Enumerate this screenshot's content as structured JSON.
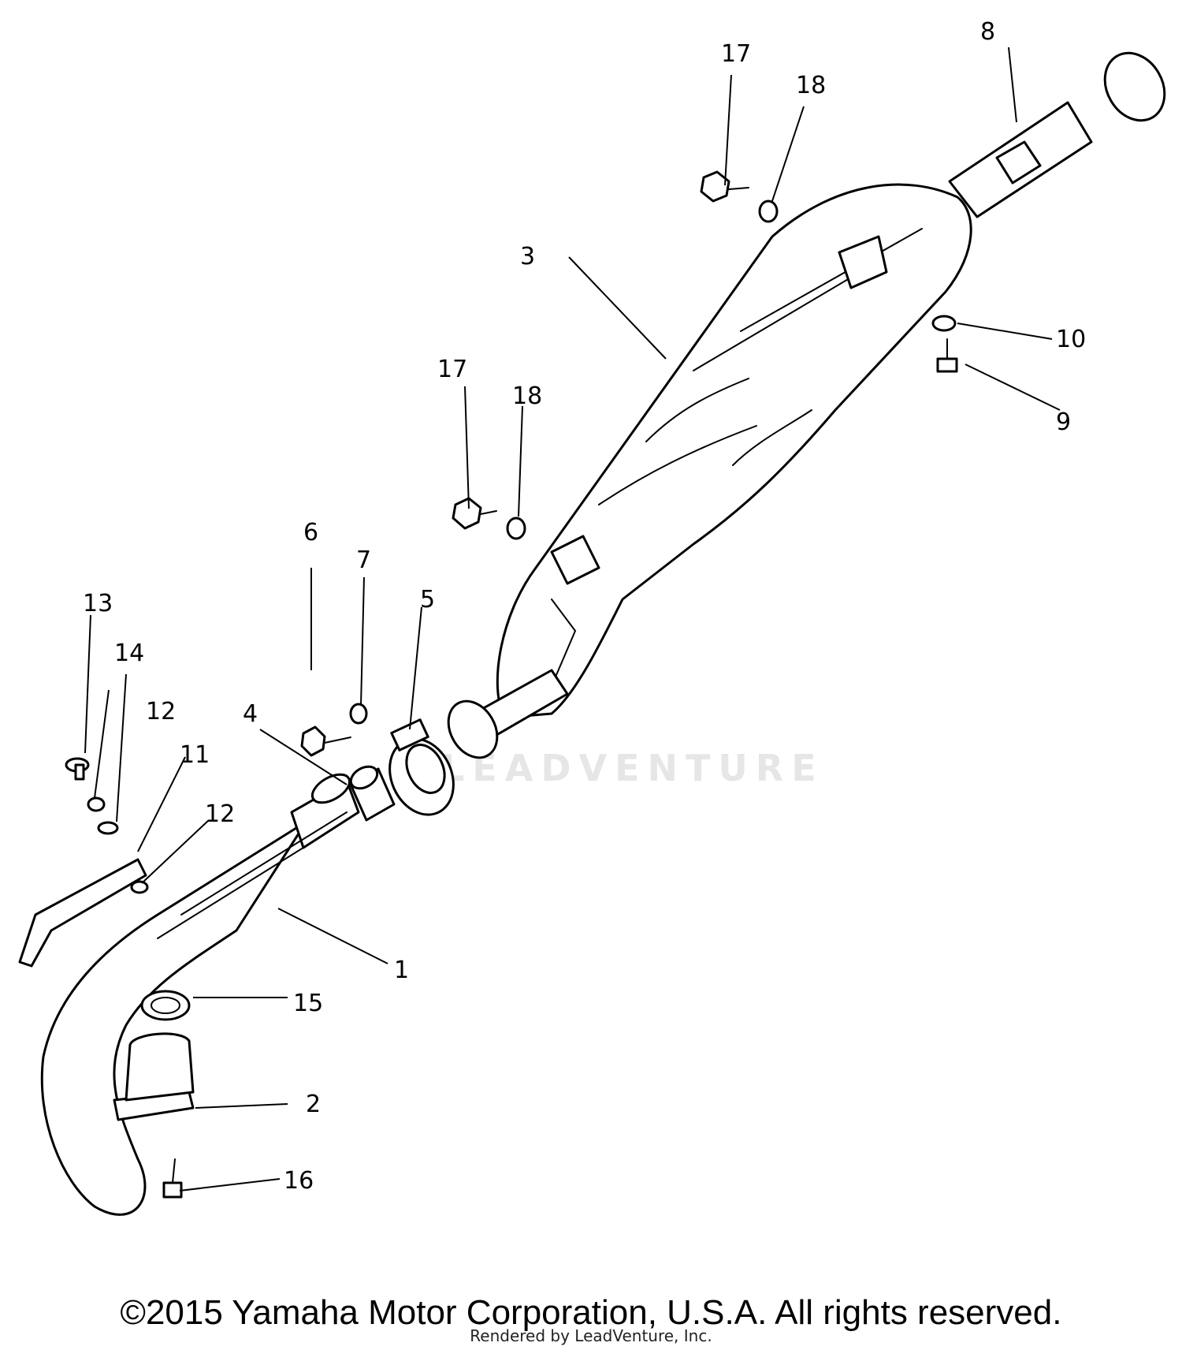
{
  "watermark": "LEADVENTURE",
  "callouts": {
    "c1": "1",
    "c2": "2",
    "c3": "3",
    "c4": "4",
    "c5": "5",
    "c6": "6",
    "c7": "7",
    "c8": "8",
    "c9": "9",
    "c10": "10",
    "c11": "11",
    "c12a": "12",
    "c12b": "12",
    "c13": "13",
    "c14": "14",
    "c15": "15",
    "c16": "16",
    "c17a": "17",
    "c17b": "17",
    "c18a": "18",
    "c18b": "18"
  },
  "footer": {
    "copyright": "©2015 Yamaha Motor Corporation, U.S.A. All rights reserved.",
    "rendered_by": "Rendered by LeadVenture, Inc."
  }
}
